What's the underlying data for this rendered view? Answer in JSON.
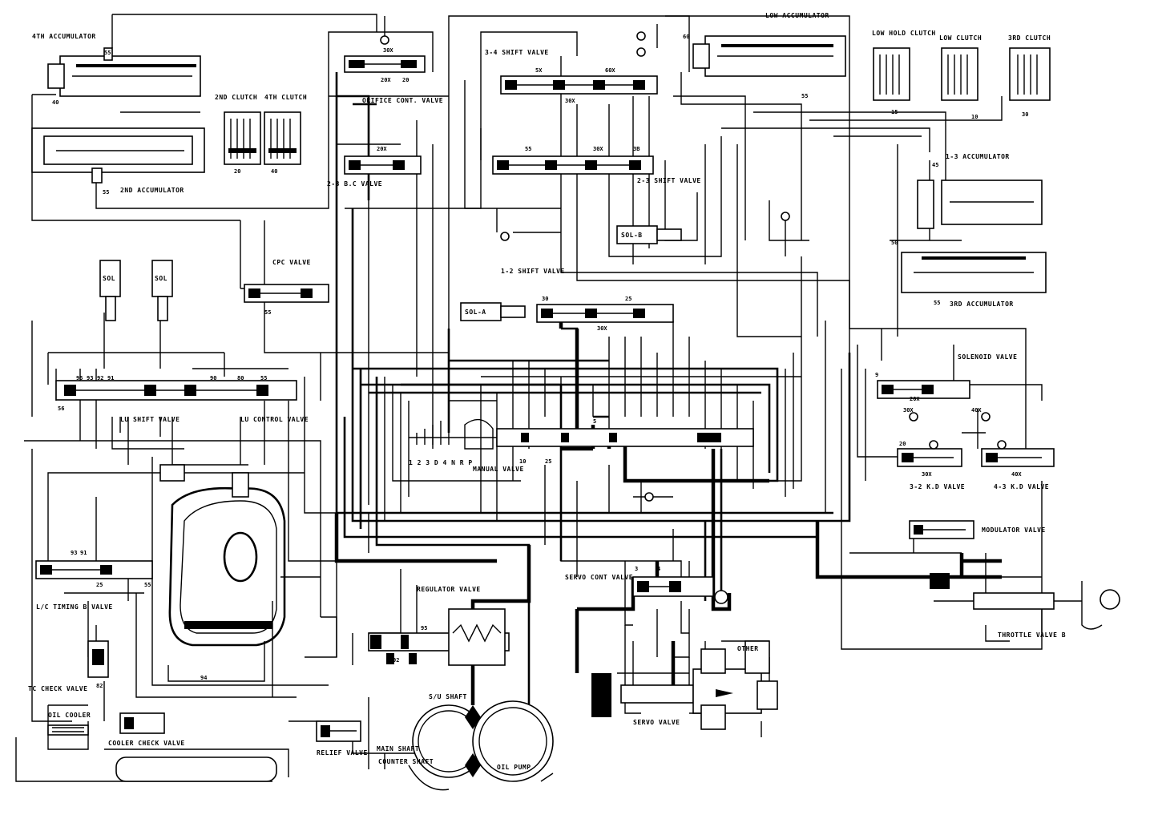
{
  "labels": {
    "acc_4th": "4TH ACCUMULATOR",
    "acc_2nd": "2ND ACCUMULATOR",
    "clutch_2nd": "2ND CLUTCH",
    "clutch_4th": "4TH CLUTCH",
    "orifice_ctrl_valve": "ORIFICE CONT. VALVE",
    "shift_34": "3-4 SHIFT VALVE",
    "shift_23": "2-3 SHIFT VALVE",
    "shift_12": "1-2 SHIFT VALVE",
    "b23": "2-3 B.C VALVE",
    "acc_low": "LOW ACCUMULATOR",
    "clutch_lowhold": "LOW HOLD CLUTCH",
    "clutch_low": "LOW CLUTCH",
    "clutch_3rd": "3RD CLUTCH",
    "acc_13": "1-3 ACCUMULATOR",
    "acc_3rd": "3RD ACCUMULATOR",
    "cpc_valve": "CPC VALVE",
    "sol_a": "SOL-A",
    "sol_b": "SOL-B",
    "sol_c": "SOL",
    "sol_d": "SOL",
    "lu_shift": "LU SHIFT VALVE",
    "lu_control": "LU CONTROL VALVE",
    "manual_valve": "MANUAL VALVE",
    "gear_positions": "1 2 3 D 4 N R P",
    "servo_control": "SERVO CONT VALVE",
    "regulator": "REGULATOR VALVE",
    "sol_lube": "SOLENOID VALVE",
    "kd_32": "3-2 K.D VALVE",
    "kd_43": "4-3 K.D VALVE",
    "modulator": "MODULATOR VALVE",
    "throttle_b": "THROTTLE VALVE B",
    "lc_timing": "L/C TIMING B VALVE",
    "tc_check": "TC CHECK VALVE",
    "oil_cooler": "OIL COOLER",
    "cooler_check": "COOLER CHECK VALVE",
    "relief": "RELIEF VALVE",
    "stator_shaft": "S/U SHAFT",
    "main_shaft": "MAIN SHAFT",
    "counter_shaft": "COUNTER SHAFT",
    "oil_pump": "OIL PUMP",
    "other": "OTHER",
    "servo_valve": "SERVO VALVE"
  },
  "port_numbers": {
    "n1": "55",
    "n2": "40",
    "n3": "55",
    "n4": "20",
    "n5": "40",
    "n6": "20X",
    "n7": "30X",
    "n8": "20",
    "n9": "5X",
    "n10": "30X",
    "n11": "55",
    "n12": "20X",
    "n13": "30X",
    "n14": "3B",
    "n15": "60X",
    "n16": "55",
    "n17": "15",
    "n18": "10",
    "n19": "30",
    "n20": "60",
    "n21": "45",
    "n22": "55",
    "n23": "50",
    "n24": "30X",
    "n25": "55",
    "n26": "25",
    "n27": "30",
    "n28": "55",
    "n29": "95",
    "n30": "93",
    "n31": "92",
    "n32": "91",
    "n33": "90",
    "n34": "80",
    "n35": "56",
    "n36": "9",
    "n37": "20X",
    "n38": "30X",
    "n39": "40X",
    "n40": "20",
    "n41": "30X",
    "n42": "40X",
    "n43": "3",
    "n44": "4",
    "n45": "10",
    "n46": "25",
    "n47": "5",
    "n48": "95",
    "n49": "92",
    "n50": "82",
    "n51": "94",
    "n52": "93",
    "n53": "91",
    "n54": "25",
    "n55": "55"
  }
}
